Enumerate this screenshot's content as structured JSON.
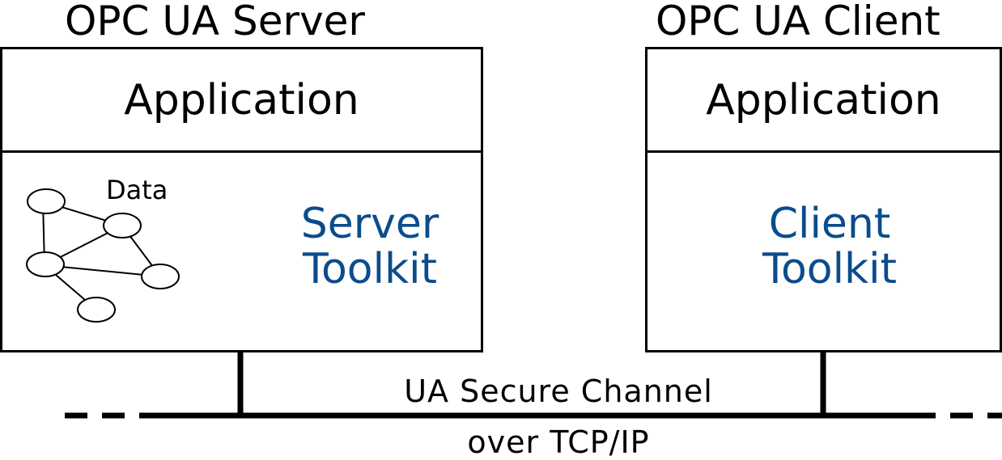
{
  "server": {
    "title": "OPC UA Server",
    "application": "Application",
    "toolkit_line1": "Server",
    "toolkit_line2": "Toolkit",
    "data_label": "Data"
  },
  "client": {
    "title": "OPC UA Client",
    "application": "Application",
    "toolkit_line1": "Client",
    "toolkit_line2": "Toolkit"
  },
  "channel": {
    "label": "UA Secure Channel",
    "transport": "over TCP/IP"
  },
  "colors": {
    "toolkit_text": "#0b4c8c",
    "lines": "#000000",
    "background": "#ffffff"
  }
}
